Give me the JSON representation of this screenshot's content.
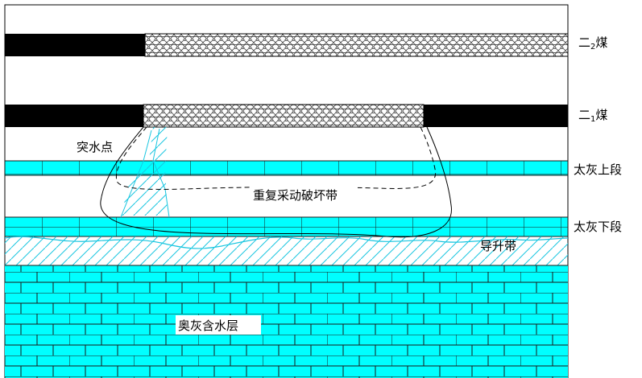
{
  "colors": {
    "limestone": "#00ffff",
    "brick_line": "#1a1a1a",
    "coal": "#000000",
    "hatch": "#19c6e0"
  },
  "labels": {
    "coal_seam_2_2": {
      "prefix": "二",
      "sub": "2",
      "suffix": "煤"
    },
    "coal_seam_2_1": {
      "prefix": "二",
      "sub": "1",
      "suffix": "煤"
    },
    "inrush_point": "突水点",
    "taihui_upper": "太灰上段",
    "repeated_mining_zone": "重复采动破坏带",
    "taihui_lower": "太灰下段",
    "conductive_rise_zone": "导升带",
    "ordovician_aquifer": "奥灰含水层"
  }
}
